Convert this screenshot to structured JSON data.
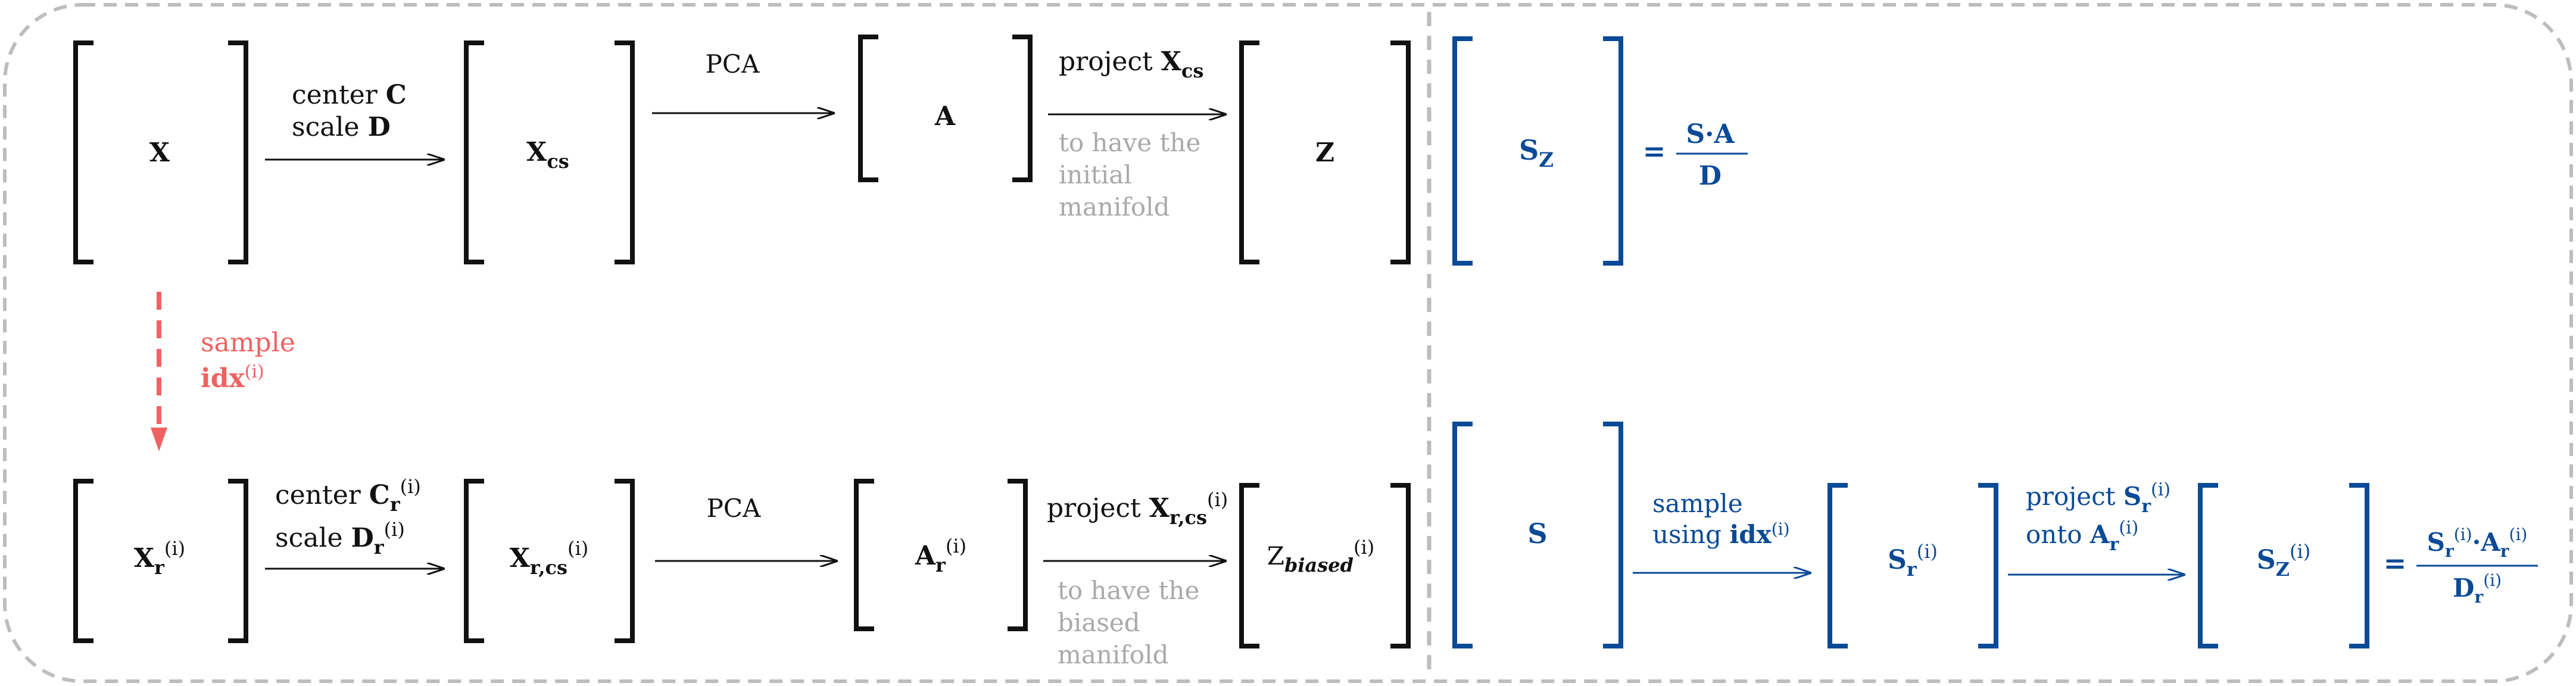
{
  "colors": {
    "black": "#111111",
    "blue": "#0a4a96",
    "red": "#f06262",
    "gray": "#a9a9a9",
    "border": "#bdbdbd"
  },
  "matrices": {
    "x": {
      "label": "X"
    },
    "xcs": {
      "base": "X",
      "sub": "cs"
    },
    "a": {
      "label": "A"
    },
    "z": {
      "label": "Z"
    },
    "xr": {
      "base": "X",
      "sub": "r",
      "sup": "(i)"
    },
    "xrcs": {
      "base": "X",
      "sub": "r,cs",
      "sup": "(i)"
    },
    "ar": {
      "base": "A",
      "sub": "r",
      "sup": "(i)"
    },
    "zb": {
      "base": "Z",
      "sub": "biased",
      "sup": "(i)"
    },
    "sz": {
      "base": "S",
      "sub": "Z"
    },
    "s": {
      "label": "S"
    },
    "sr": {
      "base": "S",
      "sub": "r",
      "sup": "(i)"
    },
    "szr": {
      "base": "S",
      "sub": "Z",
      "sup": "(i)"
    }
  },
  "top_row": {
    "center_word": "center",
    "center_sym": "C",
    "scale_word": "scale",
    "scale_sym": "D",
    "pca": "PCA",
    "project_word": "project",
    "project_base": "X",
    "project_sub": "cs",
    "note": [
      "to have the",
      "initial",
      "manifold"
    ]
  },
  "sample_link": {
    "word": "sample",
    "idx": "idx",
    "sup": "(i)"
  },
  "bottom_row": {
    "center_word": "center",
    "center_base": "C",
    "center_sub": "r",
    "center_sup": "(i)",
    "scale_word": "scale",
    "scale_base": "D",
    "scale_sub": "r",
    "scale_sup": "(i)",
    "pca": "PCA",
    "project_word": "project",
    "project_base": "X",
    "project_sub": "r,cs",
    "project_sup": "(i)",
    "note": [
      "to have the",
      "biased",
      "manifold"
    ]
  },
  "right_top": {
    "eq": "=",
    "numerator": "S·A",
    "denominator": "D"
  },
  "right_bottom": {
    "sample_word": "sample",
    "using_word": "using",
    "using_idx": "idx",
    "using_sup": "(i)",
    "project_word": "project",
    "project_base": "S",
    "project_sub": "r",
    "project_sup": "(i)",
    "onto_word": "onto",
    "onto_base": "A",
    "onto_sub": "r",
    "onto_sup": "(i)",
    "eq": "=",
    "num_s": "S",
    "num_s_sub": "r",
    "num_s_sup": "(i)",
    "num_dot": "·",
    "num_a": "A",
    "num_a_sub": "r",
    "num_a_sup": "(i)",
    "den_base": "D",
    "den_sub": "r",
    "den_sup": "(i)"
  }
}
